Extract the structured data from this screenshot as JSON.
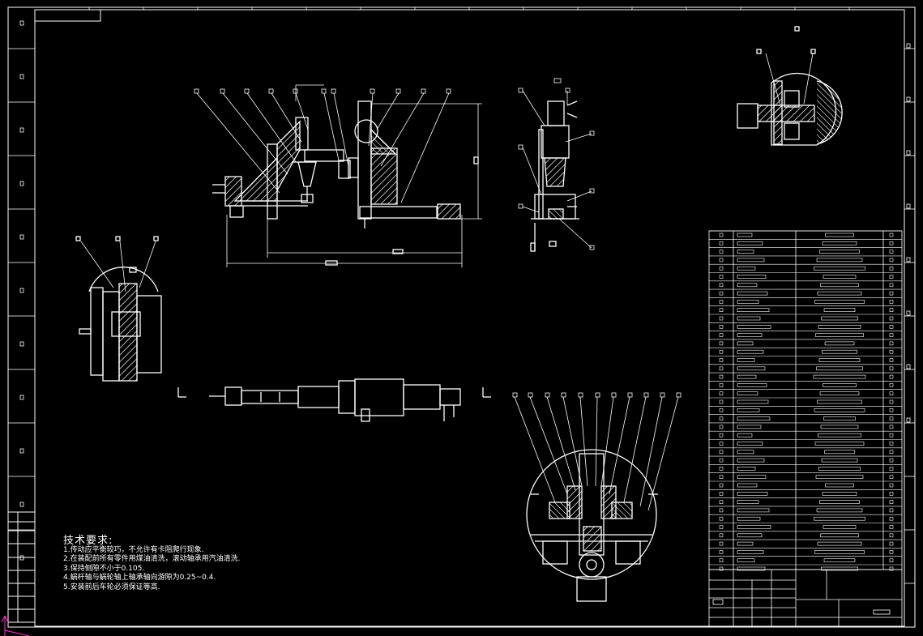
{
  "technical_requirements": {
    "title": "技术要求:",
    "items": [
      "1.传动应平衡较巧，不允许有卡阻爬行现象.",
      "2.在装配前所有零件用煤油清洗，滚动轴承用汽油清洗.",
      "3.保持侧隙不小于0.105.",
      "4.蜗杆轴与蜗轮轴上轴承轴向游隙为0.25~0.4.",
      "5.安装前后车轮必须保证等高."
    ]
  },
  "colors": {
    "background": "#000000",
    "lines": "#ffffff",
    "accent": "#ff33cc"
  }
}
